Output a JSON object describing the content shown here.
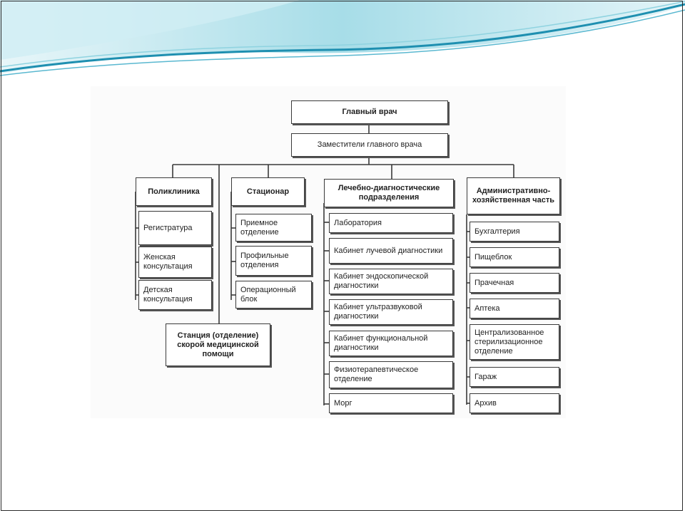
{
  "colors": {
    "wave_dark": "#1e8fb0",
    "wave_light": "#8fd3e0",
    "line": "#3a3a3a",
    "box_border": "#3a3a3a",
    "box_shadow": "#555555"
  },
  "chart": {
    "chief": "Главный врач",
    "deputies": "Заместители главного врача",
    "ambulance": "Станция (отделение) скорой медицинской помощи",
    "polyclinic": {
      "title": "Поликлиника",
      "items": [
        "Регистратура",
        "Женская консультация",
        "Детская консультация"
      ]
    },
    "hospital": {
      "title": "Стационар",
      "items": [
        "Приемное отделение",
        "Профильные отделения",
        "Операционный блок"
      ]
    },
    "diagnostic": {
      "title": "Лечебно-диагностические подразделения",
      "items": [
        "Лаборатория",
        "Кабинет лучевой диагностики",
        "Кабинет эндоскопической диагностики",
        "Кабинет ультразвуковой диагностики",
        "Кабинет функциональной диагностики",
        "Физиотерапевтическое отделение",
        "Морг"
      ]
    },
    "admin": {
      "title": "Административно-хозяйственная часть",
      "items": [
        "Бухгалтерия",
        "Пищеблок",
        "Прачечная",
        "Аптека",
        "Централизованное стерилизационное отделение",
        "Гараж",
        "Архив"
      ]
    }
  }
}
